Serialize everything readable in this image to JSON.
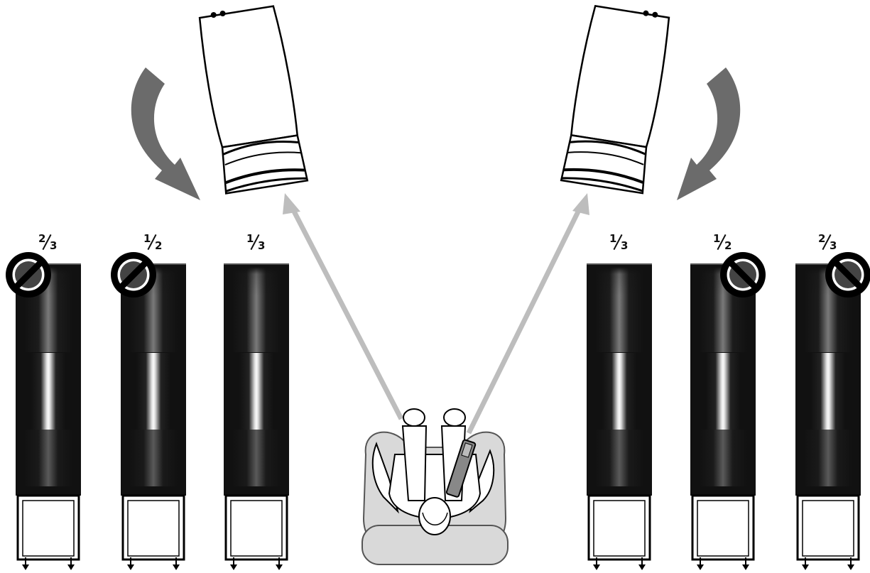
{
  "speakers": [
    {
      "label_num": "2",
      "label_den": "3",
      "prohibited": true
    },
    {
      "label_num": "1",
      "label_den": "2",
      "prohibited": true
    },
    {
      "label_num": "1",
      "label_den": "3",
      "prohibited": false
    },
    {
      "label_num": "1",
      "label_den": "3",
      "prohibited": false
    },
    {
      "label_num": "1",
      "label_den": "2",
      "prohibited": true
    },
    {
      "label_num": "2",
      "label_den": "3",
      "prohibited": true
    }
  ],
  "colors": {
    "speaker_body": "#111111",
    "arrow_gray": "#6b6b6b",
    "sightline": "#bdbdbd",
    "chair": "#d9d9d9",
    "outline": "#000000"
  },
  "icons": [
    "prohibited-icon",
    "rotate-arrow-icon",
    "sightline-arrow-icon",
    "listener-icon",
    "remote-control-icon"
  ]
}
